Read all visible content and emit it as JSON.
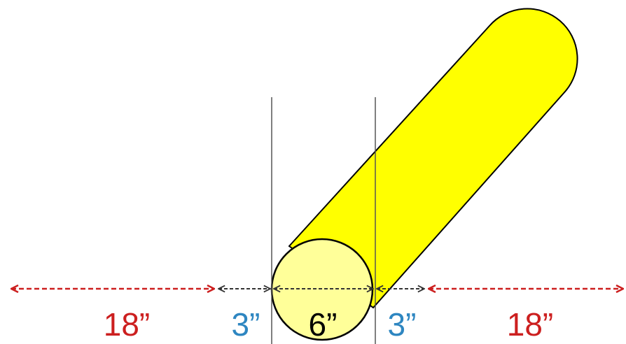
{
  "colors": {
    "pipe_fill": "#ffff00",
    "pipe_end_fill": "#ffff99",
    "outline": "#000000",
    "guide_line": "#555555",
    "outer_clearance": "#cc1f1f",
    "inner_clearance": "#2e86c1",
    "dimension_text_dark": "#000000"
  },
  "labels": {
    "left_outer": "18”",
    "left_inner": "3”",
    "diameter": "6”",
    "right_inner": "3”",
    "right_outer": "18”"
  }
}
